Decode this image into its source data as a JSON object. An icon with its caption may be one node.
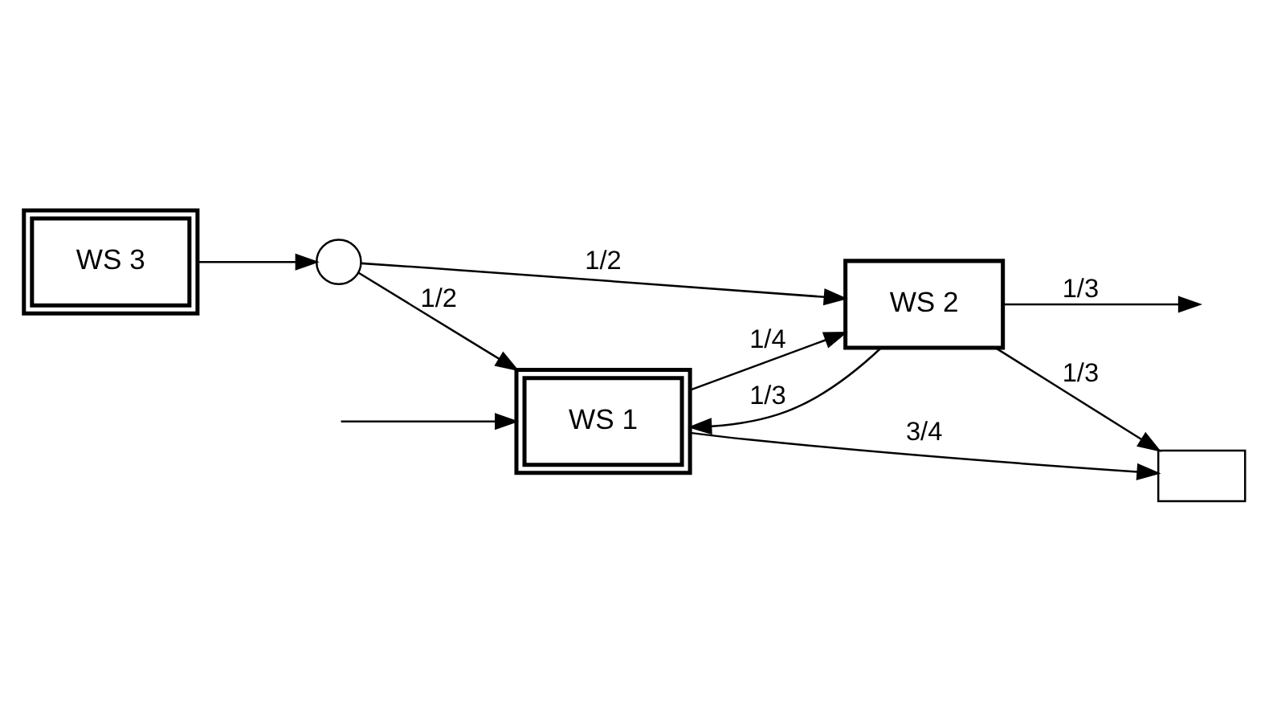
{
  "diagram": {
    "nodes": [
      {
        "text": [
          "WS 1"
        ]
      },
      {
        "text": [
          "WS 2"
        ]
      },
      {
        "text": [],
        "shape": "box"
      },
      {
        "text": [
          "WS 3"
        ]
      },
      {
        "text": [],
        "shape": "circle"
      }
    ],
    "edges": [
      {
        "from": null,
        "to": 0,
        "arrow": "to"
      },
      {
        "from": 0,
        "to": 1,
        "arrow": "to",
        "label": "1/4"
      },
      {
        "from": 0,
        "to": 2,
        "arrow": "to",
        "label": "3/4"
      },
      {
        "from": 3,
        "to": 4,
        "arrow": "to"
      },
      {
        "from": 4,
        "to": 1,
        "arrow": "to",
        "label": "1/2"
      },
      {
        "from": 4,
        "to": 0,
        "arrow": "to",
        "label": "1/2"
      },
      {
        "from": 1,
        "to": 0,
        "arrow": "to",
        "label": "1/3"
      },
      {
        "from": 1,
        "to": null,
        "arrow": "to",
        "label": "1/3"
      },
      {
        "from": 1,
        "to": 2,
        "arrow": "to",
        "label": "1/3"
      }
    ]
  }
}
